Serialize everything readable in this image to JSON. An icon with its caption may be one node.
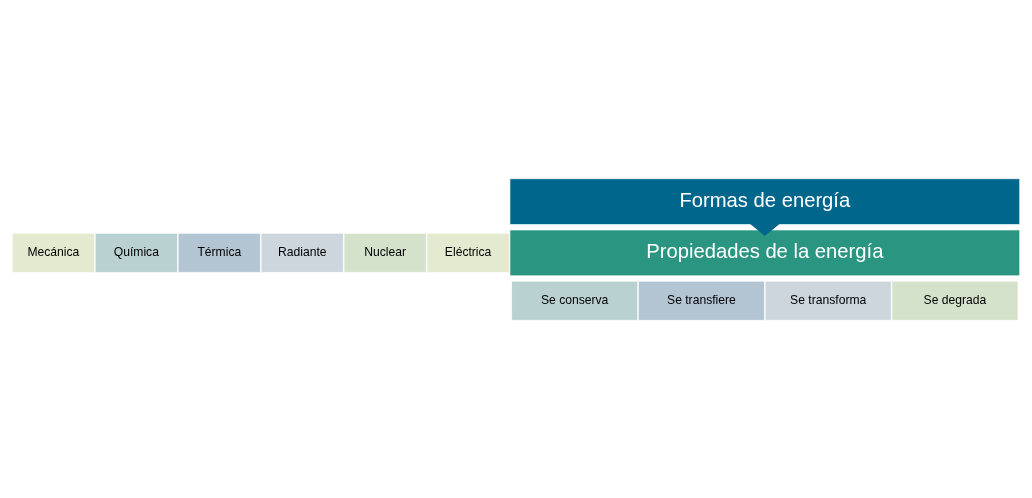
{
  "diagram": {
    "nodes": [
      {
        "text": [
          "Formas de energía"
        ]
      },
      {
        "text": [
          "Mecánica"
        ]
      },
      {
        "text": [
          "Química"
        ]
      },
      {
        "text": [
          "Térmica"
        ]
      },
      {
        "text": [
          "Radiante"
        ]
      },
      {
        "text": [
          "Nuclear"
        ]
      },
      {
        "text": [
          "Eléctrica"
        ]
      },
      {
        "text": [
          "Propiedades de la energía"
        ]
      },
      {
        "text": [
          "Se conserva"
        ]
      },
      {
        "text": [
          "Se transfiere"
        ]
      },
      {
        "text": [
          "Se transforma"
        ]
      },
      {
        "text": [
          "Se degrada"
        ]
      }
    ],
    "edges": [
      {
        "from": 0,
        "to": 7,
        "arrow": "to",
        "style": "thick"
      }
    ]
  }
}
